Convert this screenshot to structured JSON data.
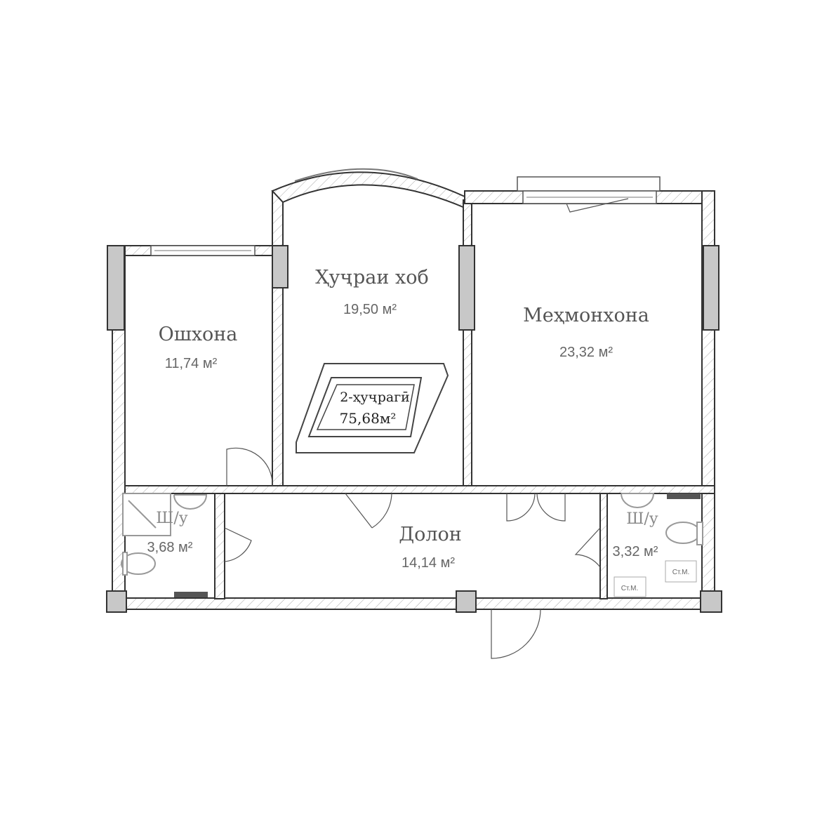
{
  "plan": {
    "badge": {
      "title": "2-ҳуҷрагӣ",
      "area": "75,68м²"
    },
    "rooms": [
      {
        "name": "Ошхона",
        "area": "11,74 м²"
      },
      {
        "name": "Ҳуҷраи хоб",
        "area": "19,50 м²"
      },
      {
        "name": "Меҳмонхона",
        "area": "23,32 м²"
      },
      {
        "name": "Ш/у",
        "area": "3,68 м²"
      },
      {
        "name": "Долон",
        "area": "14,14 м²"
      },
      {
        "name": "Ш/у",
        "area": "3,32 м²"
      }
    ],
    "fixtures": {
      "riser_1": "Ст.М.",
      "riser_2": "Ст.М."
    }
  }
}
